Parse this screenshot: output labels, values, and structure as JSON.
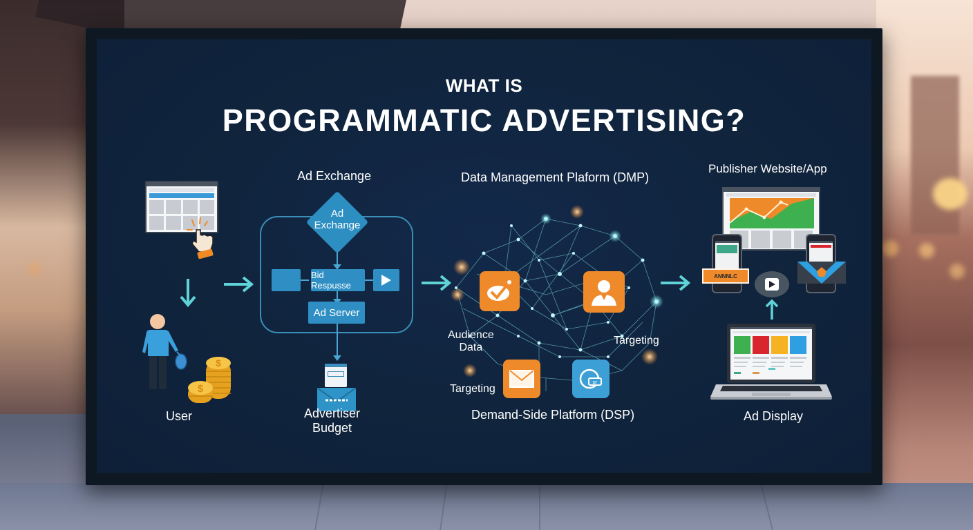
{
  "title": {
    "line1": "WHAT IS",
    "line2": "PROGRAMMATIC ADVERTISING?"
  },
  "sections": {
    "user": {
      "label": "User",
      "icons": [
        "browser-window-icon",
        "pointing-hand-click-icon",
        "down-arrow-icon",
        "person-with-mouse-icon",
        "coin-stack-icon"
      ]
    },
    "ad_exchange": {
      "heading": "Ad Exchange",
      "diamond_label": "Ad Exchange",
      "bid_box_label": "Bid Respusse",
      "ad_server_label": "Ad Server",
      "budget_label_line1": "Advertiser",
      "budget_label_line2": "Budget",
      "icons": [
        "play-icon",
        "document-icon",
        "envelope-icon"
      ]
    },
    "dmp": {
      "heading": "Data Management Plaform (DMP)",
      "audience_label_line1": "Audience",
      "audience_label_line2": "Data",
      "targeting_right": "Targeting",
      "targeting_left": "Targeting",
      "dsp_label": "Demand-Side Platform (DSP)",
      "icons": [
        "checkmark-tile-icon",
        "user-profile-tile-icon",
        "mail-tile-icon",
        "globe-chat-tile-icon",
        "network-graph"
      ]
    },
    "publisher": {
      "heading": "Publisher Website/App",
      "display_label": "Ad Display",
      "banner_text": "ANNNLC",
      "icons": [
        "chart-browser-icon",
        "phone-icon",
        "video-play-icon",
        "laptop-icon",
        "up-arrow-icon"
      ]
    }
  },
  "colors": {
    "screen_bg": "#10243d",
    "accent_cyan": "#5fd3d8",
    "flow_blue": "#2f8fc4",
    "tile_orange": "#ef8a2a",
    "tile_blue": "#3c9fd6",
    "ad_green": "#3fb04f",
    "ad_red": "#d9252e",
    "ad_yellow": "#f5b324",
    "ad_sky": "#2e9fe0"
  }
}
